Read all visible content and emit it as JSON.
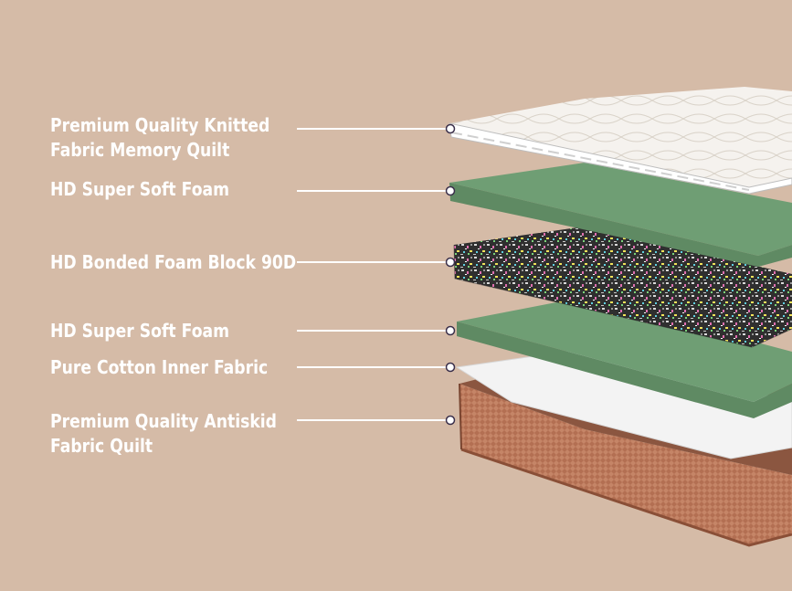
{
  "layers": [
    {
      "line1": "Premium Quality Knitted",
      "line2": "Fabric Memory Quilt"
    },
    {
      "line1": "HD Super Soft Foam",
      "line2": ""
    },
    {
      "line1": "HD Bonded Foam Block 90D",
      "line2": ""
    },
    {
      "line1": "HD Super Soft Foam",
      "line2": ""
    },
    {
      "line1": "Pure Cotton Inner Fabric",
      "line2": ""
    },
    {
      "line1": "Premium Quality Antiskid",
      "line2": "Fabric Quilt"
    }
  ],
  "colors": {
    "background": "#d5bba7",
    "label_text": "#ffffff",
    "green_foam": "#6f9e74",
    "bonded_foam": "#3a3a3a",
    "cotton_fabric": "#f2f2f2",
    "base_quilt": "#b9765a",
    "memory_quilt": "#f4f1ec"
  }
}
